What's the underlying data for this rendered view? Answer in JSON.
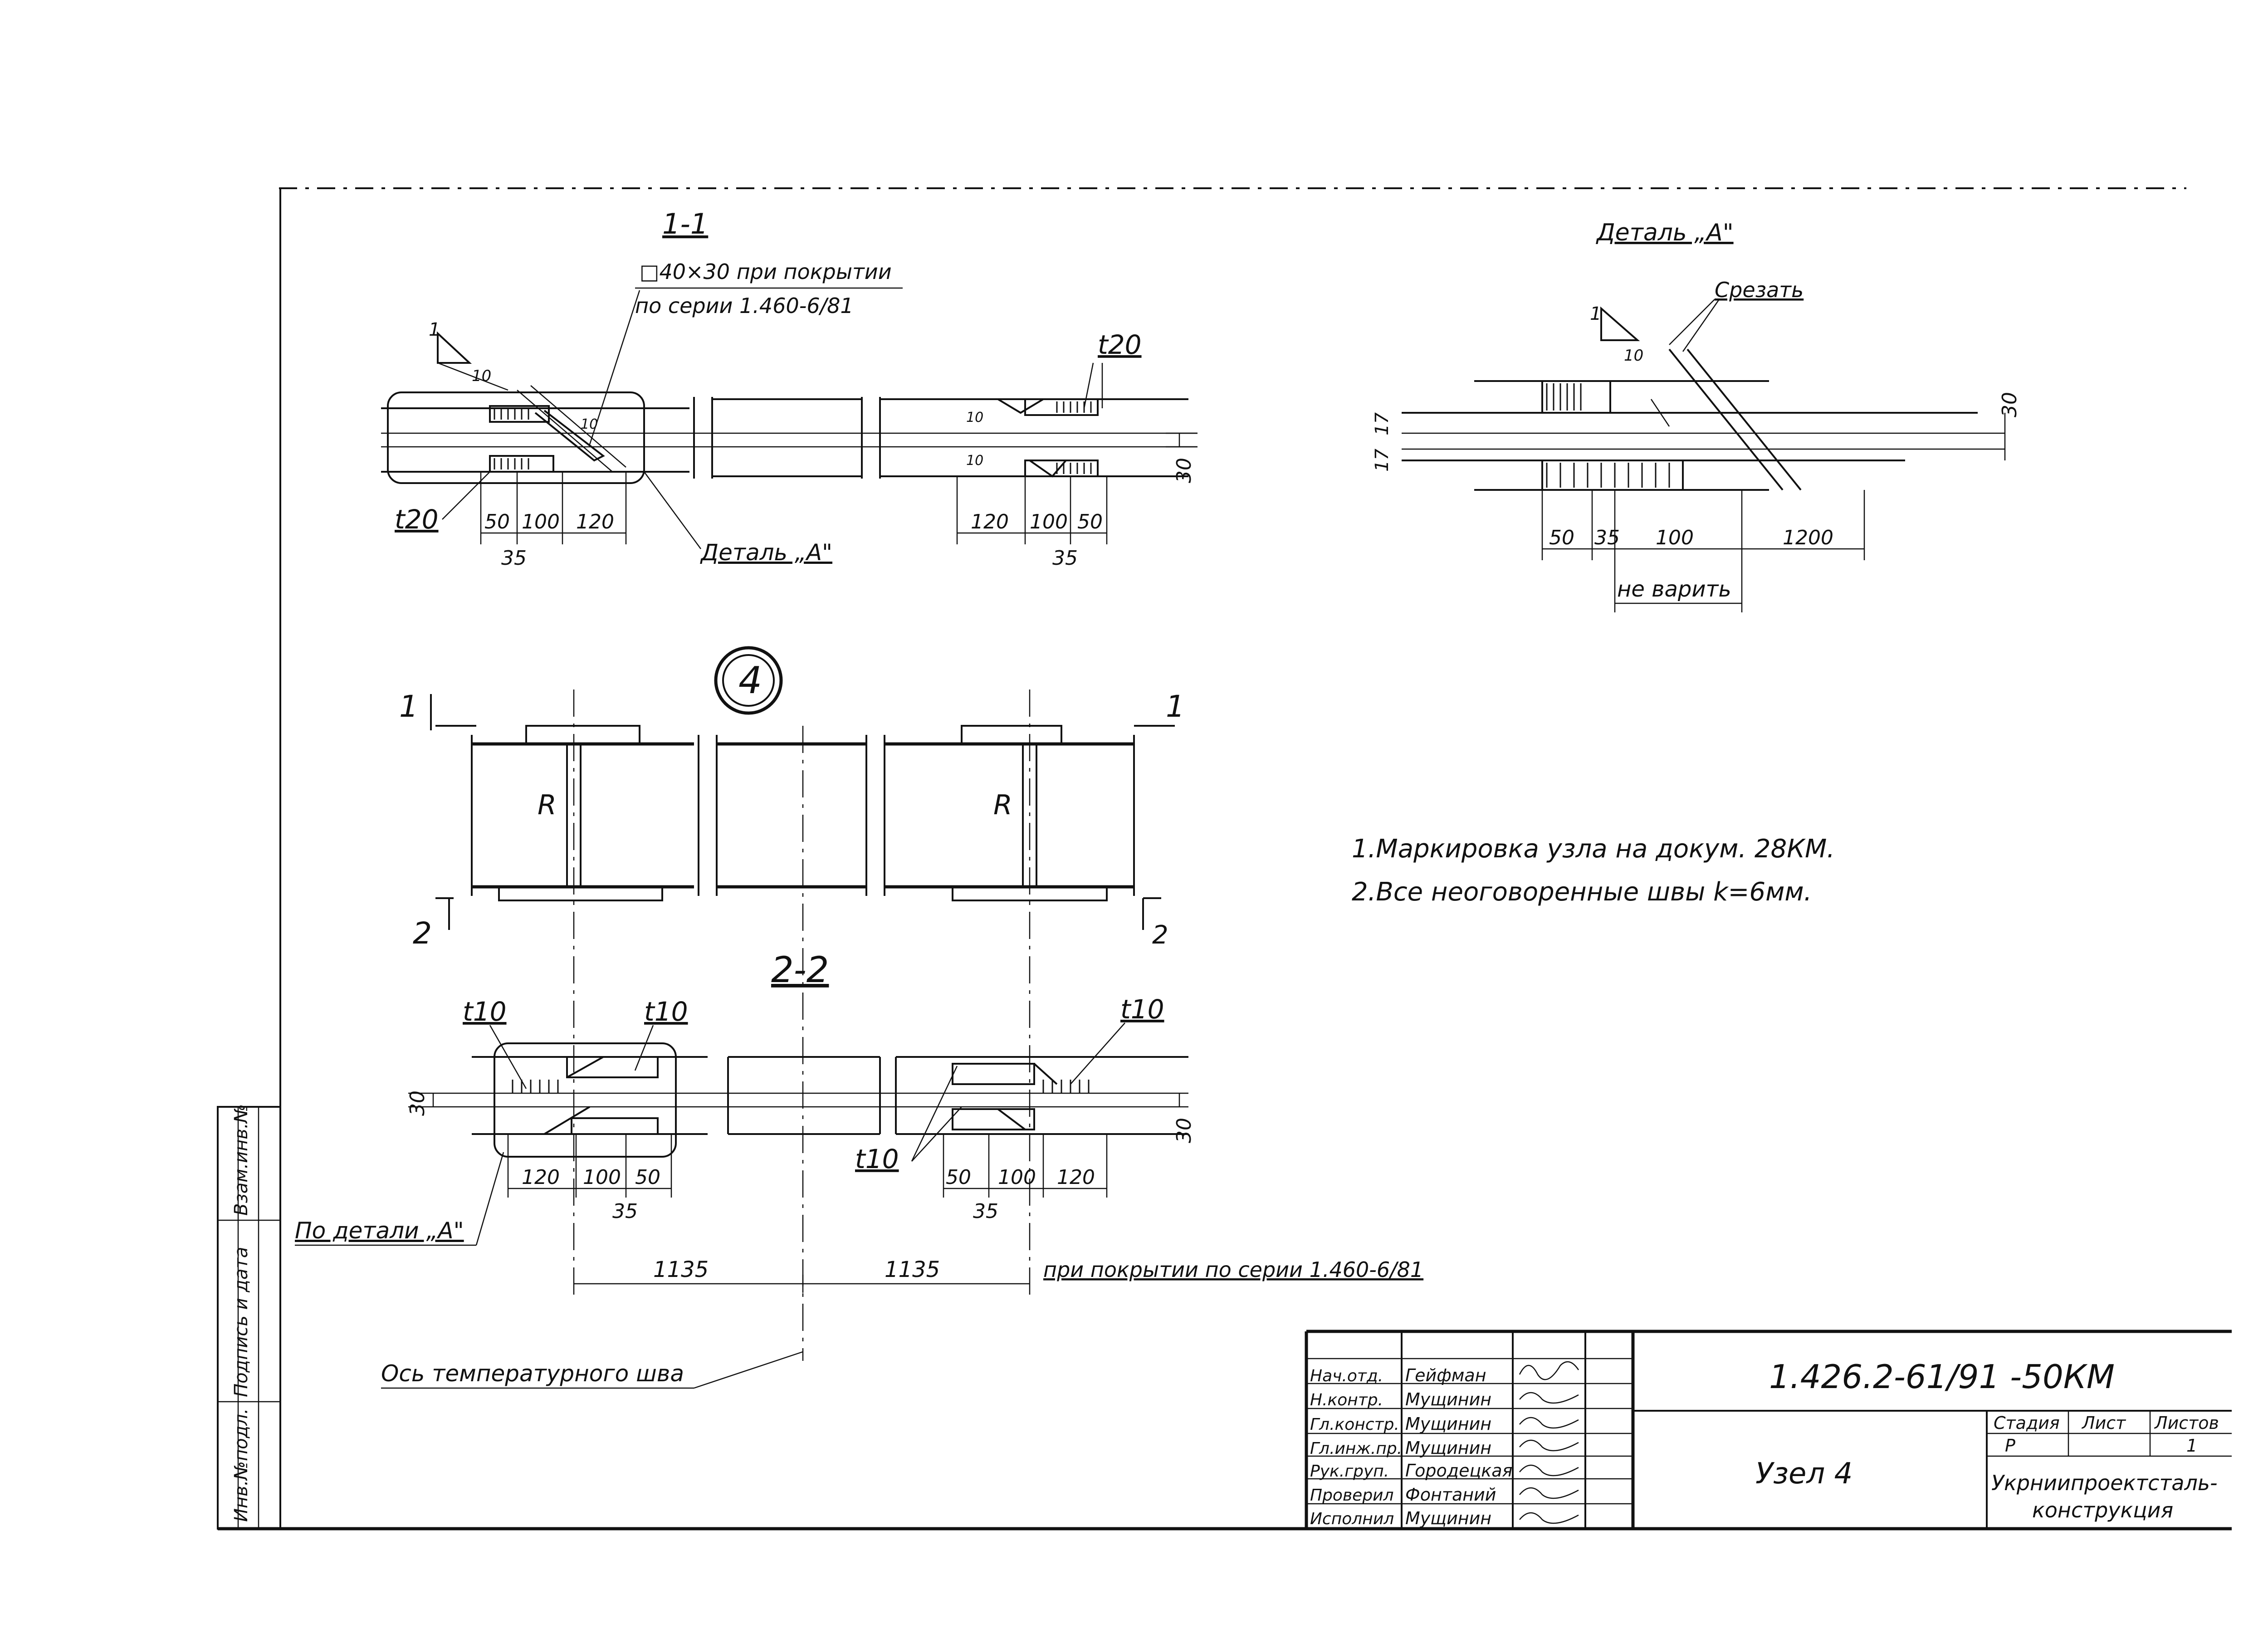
{
  "section_1": {
    "title": "1-1",
    "note_line1": "□40×30 при покрытии",
    "note_line2": "по серии 1.460-6/81",
    "detail_callout": "Деталь „А\"",
    "left_plate": "t20",
    "right_plate": "t20",
    "dims_left": [
      "50",
      "100",
      "120"
    ],
    "dims_right": [
      "120",
      "100",
      "50"
    ],
    "sub_dim": "35",
    "height_dim": "30",
    "weld_10": "10",
    "weld_slope": "1"
  },
  "detail_a": {
    "title": "Деталь „А\"",
    "cut_note": "Срезать",
    "dims": [
      "50",
      "35",
      "100",
      "1200"
    ],
    "no_weld": "не варить",
    "height_dim": "30",
    "side_dims": [
      "17",
      "17"
    ],
    "weld_10": "10",
    "weld_slope": "1"
  },
  "node_marker": "4",
  "elevation": {
    "cut1_left": "1",
    "cut1_right": "1",
    "cut2_left": "2",
    "cut2_right": "2",
    "reaction_label": "R"
  },
  "section_2": {
    "title": "2-2",
    "plates": [
      "t10",
      "t10",
      "t10",
      "t10"
    ],
    "dims_left": [
      "120",
      "100",
      "50"
    ],
    "dims_right": [
      "50",
      "100",
      "120"
    ],
    "sub_dim": "35",
    "height_dim": "30",
    "detail_ref": "По детали „А\"",
    "spacing": [
      "1135",
      "1135"
    ],
    "roof_note": "при покрытии по серии 1.460-6/81",
    "axis_note": "Ось температурного шва"
  },
  "notes": [
    "1.Маркировка узла на докум. 28КМ.",
    "2.Все неоговоренные швы k=6мм."
  ],
  "side_stamp": [
    "Инв.№подл.",
    "Подпись и дата",
    "Взам.инв.№"
  ],
  "title_block": {
    "roles": [
      "Нач.отд.",
      "Н.контр.",
      "Гл.констр.",
      "Гл.инж.пр.",
      "Рук.груп.",
      "Проверил",
      "Исполнил"
    ],
    "names": [
      "Гейфман",
      "Мущинин",
      "Мущинин",
      "Мущинин",
      "Городецкая",
      "Фонтаний",
      "Мущинин"
    ],
    "doc_code": "1.426.2-61/91 -50КМ",
    "sheet_title": "Узел 4",
    "stage_label": "Стадия",
    "sheet_label": "Лист",
    "sheets_label": "Листов",
    "stage_value": "Р",
    "sheets_value": "1",
    "org_line1": "Укрниипроектсталь-",
    "org_line2": "конструкция"
  }
}
